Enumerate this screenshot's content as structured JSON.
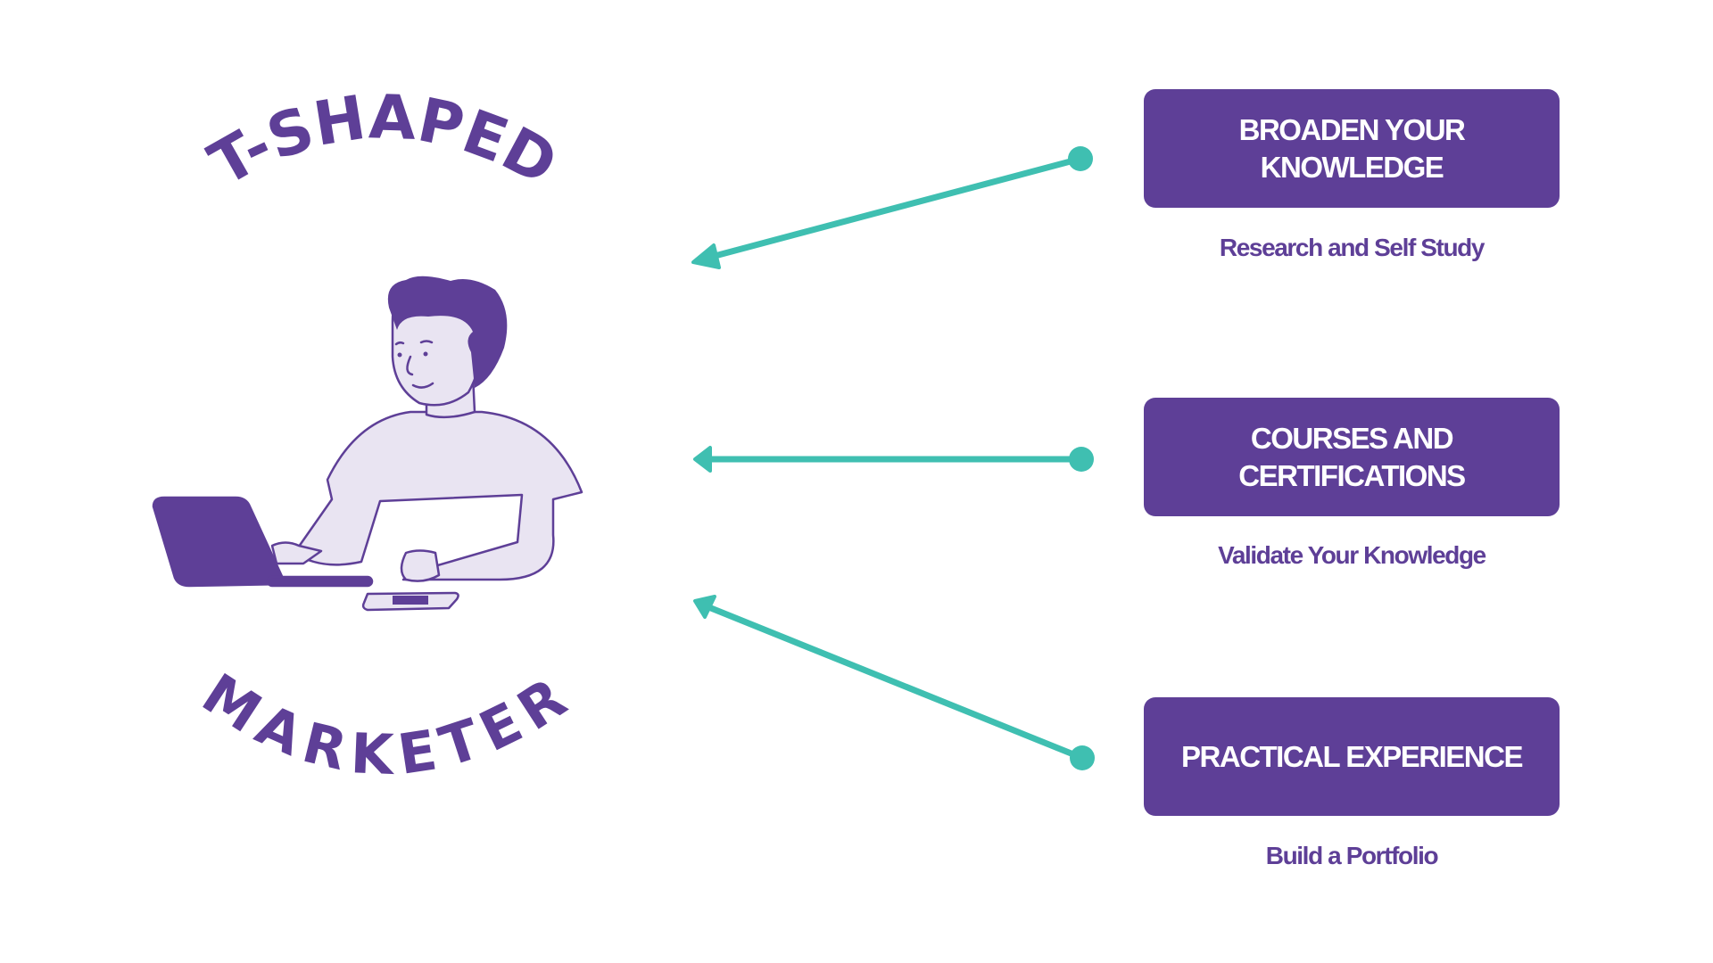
{
  "colors": {
    "primary": "#5E3F97",
    "accent": "#3FBFB1",
    "shirt": "#E9E4F2",
    "background": "#FFFFFF",
    "box_text": "#FFFFFF"
  },
  "title": {
    "top_arc": "T-SHAPED",
    "bottom_arc": "MARKETER"
  },
  "illustration": {
    "subject": "person-working-on-laptop",
    "objects": [
      "laptop",
      "game-controller-phone"
    ]
  },
  "items": [
    {
      "title": "BROADEN YOUR\nKNOWLEDGE",
      "subtitle": "Research and Self Study"
    },
    {
      "title": "COURSES AND\nCERTIFICATIONS",
      "subtitle": "Validate Your Knowledge"
    },
    {
      "title": "PRACTICAL EXPERIENCE",
      "subtitle": "Build a Portfolio"
    }
  ]
}
